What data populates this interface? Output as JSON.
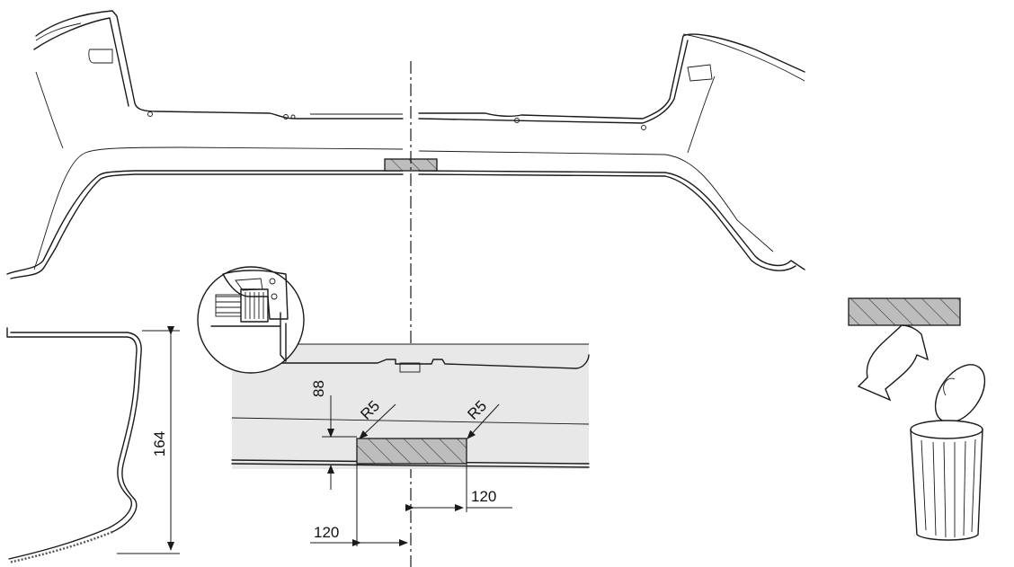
{
  "dimensions": {
    "profile_height": "164",
    "cut_height": "88",
    "radius_left": "R5",
    "radius_right": "R5",
    "offset_right": "120",
    "offset_left": "120"
  },
  "colors": {
    "line": "#1a1a1a",
    "panel_fill": "#e8e8e8",
    "hatch_fill": "#bdbdbd"
  },
  "icons": [
    "jigsaw-tool-icon",
    "trash-bin-icon"
  ]
}
